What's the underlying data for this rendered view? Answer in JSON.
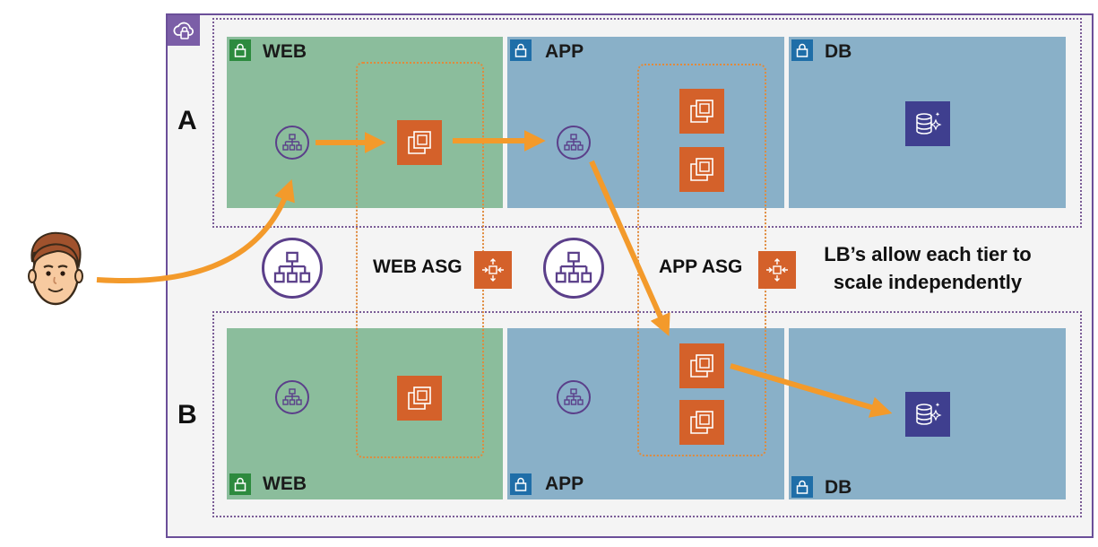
{
  "az": [
    {
      "letter": "A"
    },
    {
      "letter": "B"
    }
  ],
  "subnets": {
    "web": "WEB",
    "app": "APP",
    "db": "DB"
  },
  "asg_labels": {
    "web": "WEB ASG",
    "app": "APP ASG"
  },
  "note": {
    "line1": "LB’s allow each tier to",
    "line2": "scale independently"
  },
  "colors": {
    "web_subnet": "#8bbd9c",
    "app_db_subnet": "#89b0c8",
    "ec2": "#d4612a",
    "rds": "#3f3f8f",
    "arrow": "#f39a2b",
    "vpc_border": "#6b4f99"
  },
  "icons": {
    "vpc": "vpc-cloud-icon",
    "subnet": "lock-icon",
    "compute": "ec2-instance-icon",
    "database": "rds-database-icon",
    "load_balancer": "load-balancer-icon",
    "auto_scaling": "auto-scaling-icon",
    "user": "user-avatar-icon"
  }
}
